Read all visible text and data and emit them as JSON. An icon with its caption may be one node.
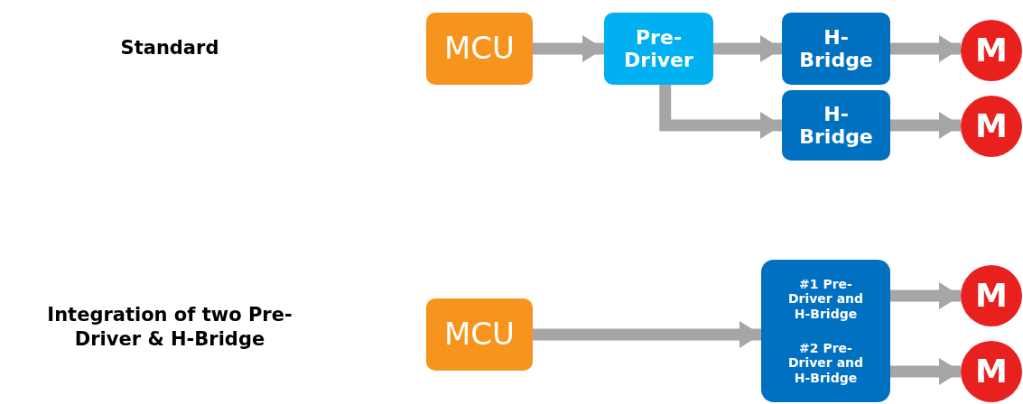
{
  "diagram": {
    "nodes": [
      {
        "text": [
          "MCU"
        ]
      },
      {
        "text": [
          "Pre-Driver"
        ]
      },
      {
        "text": [
          "H-Bridge"
        ]
      },
      {
        "text": [
          "M"
        ]
      },
      {
        "text": [
          "H-Bridge"
        ]
      },
      {
        "text": [
          "M"
        ]
      },
      {
        "text": [
          "MCU"
        ]
      },
      {
        "text": [
          "#1 Pre-Driver and H-Bridge",
          "#2 Pre-Driver and H-Bridge"
        ]
      },
      {
        "text": [
          "M"
        ]
      },
      {
        "text": [
          "M"
        ]
      }
    ],
    "edges": [
      {
        "from": 0,
        "to": 1,
        "arrow": "to"
      },
      {
        "from": 1,
        "to": 2,
        "arrow": "to"
      },
      {
        "from": 2,
        "to": 3,
        "arrow": "to"
      },
      {
        "from": 1,
        "to": 4,
        "arrow": "to"
      },
      {
        "from": 4,
        "to": 5,
        "arrow": "to"
      },
      {
        "from": 6,
        "to": 7,
        "arrow": "to"
      },
      {
        "from": 7,
        "to": 8,
        "arrow": "to"
      },
      {
        "from": 7,
        "to": 9,
        "arrow": "to"
      }
    ],
    "labels": [
      "Standard",
      "Integration of two Pre-Driver & H-Bridge"
    ]
  }
}
